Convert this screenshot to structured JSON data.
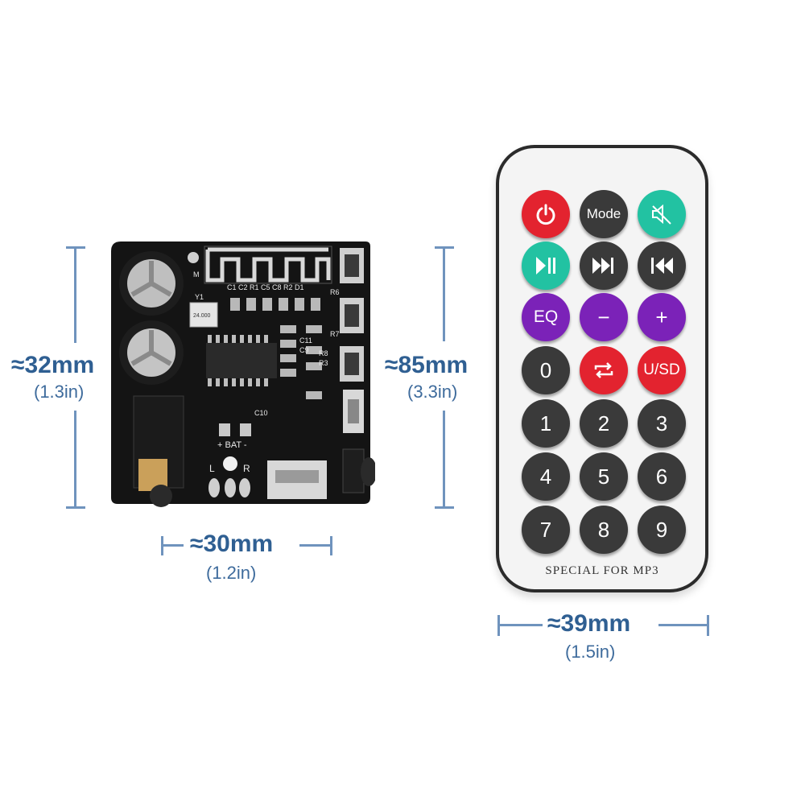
{
  "dimensions": {
    "board_height": {
      "approx": "≈32mm",
      "inches": "(1.3in)"
    },
    "board_width": {
      "approx": "≈30mm",
      "inches": "(1.2in)"
    },
    "remote_height": {
      "approx": "≈85mm",
      "inches": "(3.3in)"
    },
    "remote_width": {
      "approx": "≈39mm",
      "inches": "(1.5in)"
    }
  },
  "pcb_silkscreen": {
    "row1": "C1 C2 R1 C5 C8 R2 D1",
    "crystal_label": "Y1",
    "crystal_text": "24.000",
    "r6": "R6",
    "r7": "R7",
    "c9": "C9",
    "c10": "C10",
    "c11": "C11",
    "r8": "R8",
    "r3": "R3",
    "bat": "+ BAT -",
    "left": "L",
    "right": "R",
    "m": "M"
  },
  "remote": {
    "caption": "SPECIAL FOR MP3",
    "buttons": [
      {
        "label": "",
        "icon": "power-icon",
        "color": "#e3232f"
      },
      {
        "label": "Mode",
        "icon": "",
        "color": "#3a3a3a"
      },
      {
        "label": "",
        "icon": "mute-icon",
        "color": "#22c2a2"
      },
      {
        "label": "",
        "icon": "play-pause-icon",
        "color": "#22c2a2"
      },
      {
        "label": "",
        "icon": "next-icon",
        "color": "#3a3a3a"
      },
      {
        "label": "",
        "icon": "previous-icon",
        "color": "#3a3a3a"
      },
      {
        "label": "EQ",
        "icon": "",
        "color": "#7b22b8"
      },
      {
        "label": "−",
        "icon": "",
        "color": "#7b22b8"
      },
      {
        "label": "+",
        "icon": "",
        "color": "#7b22b8"
      },
      {
        "label": "0",
        "icon": "",
        "color": "#3a3a3a"
      },
      {
        "label": "",
        "icon": "repeat-icon",
        "color": "#e3232f"
      },
      {
        "label": "U/SD",
        "icon": "",
        "color": "#e3232f"
      },
      {
        "label": "1",
        "icon": "",
        "color": "#3a3a3a"
      },
      {
        "label": "2",
        "icon": "",
        "color": "#3a3a3a"
      },
      {
        "label": "3",
        "icon": "",
        "color": "#3a3a3a"
      },
      {
        "label": "4",
        "icon": "",
        "color": "#3a3a3a"
      },
      {
        "label": "5",
        "icon": "",
        "color": "#3a3a3a"
      },
      {
        "label": "6",
        "icon": "",
        "color": "#3a3a3a"
      },
      {
        "label": "7",
        "icon": "",
        "color": "#3a3a3a"
      },
      {
        "label": "8",
        "icon": "",
        "color": "#3a3a3a"
      },
      {
        "label": "9",
        "icon": "",
        "color": "#3a3a3a"
      }
    ]
  },
  "colors": {
    "dimension_text": "#2f5f92",
    "dimension_lines": "#6f93bd",
    "pcb": "#141414",
    "remote_body": "#f4f4f4"
  }
}
